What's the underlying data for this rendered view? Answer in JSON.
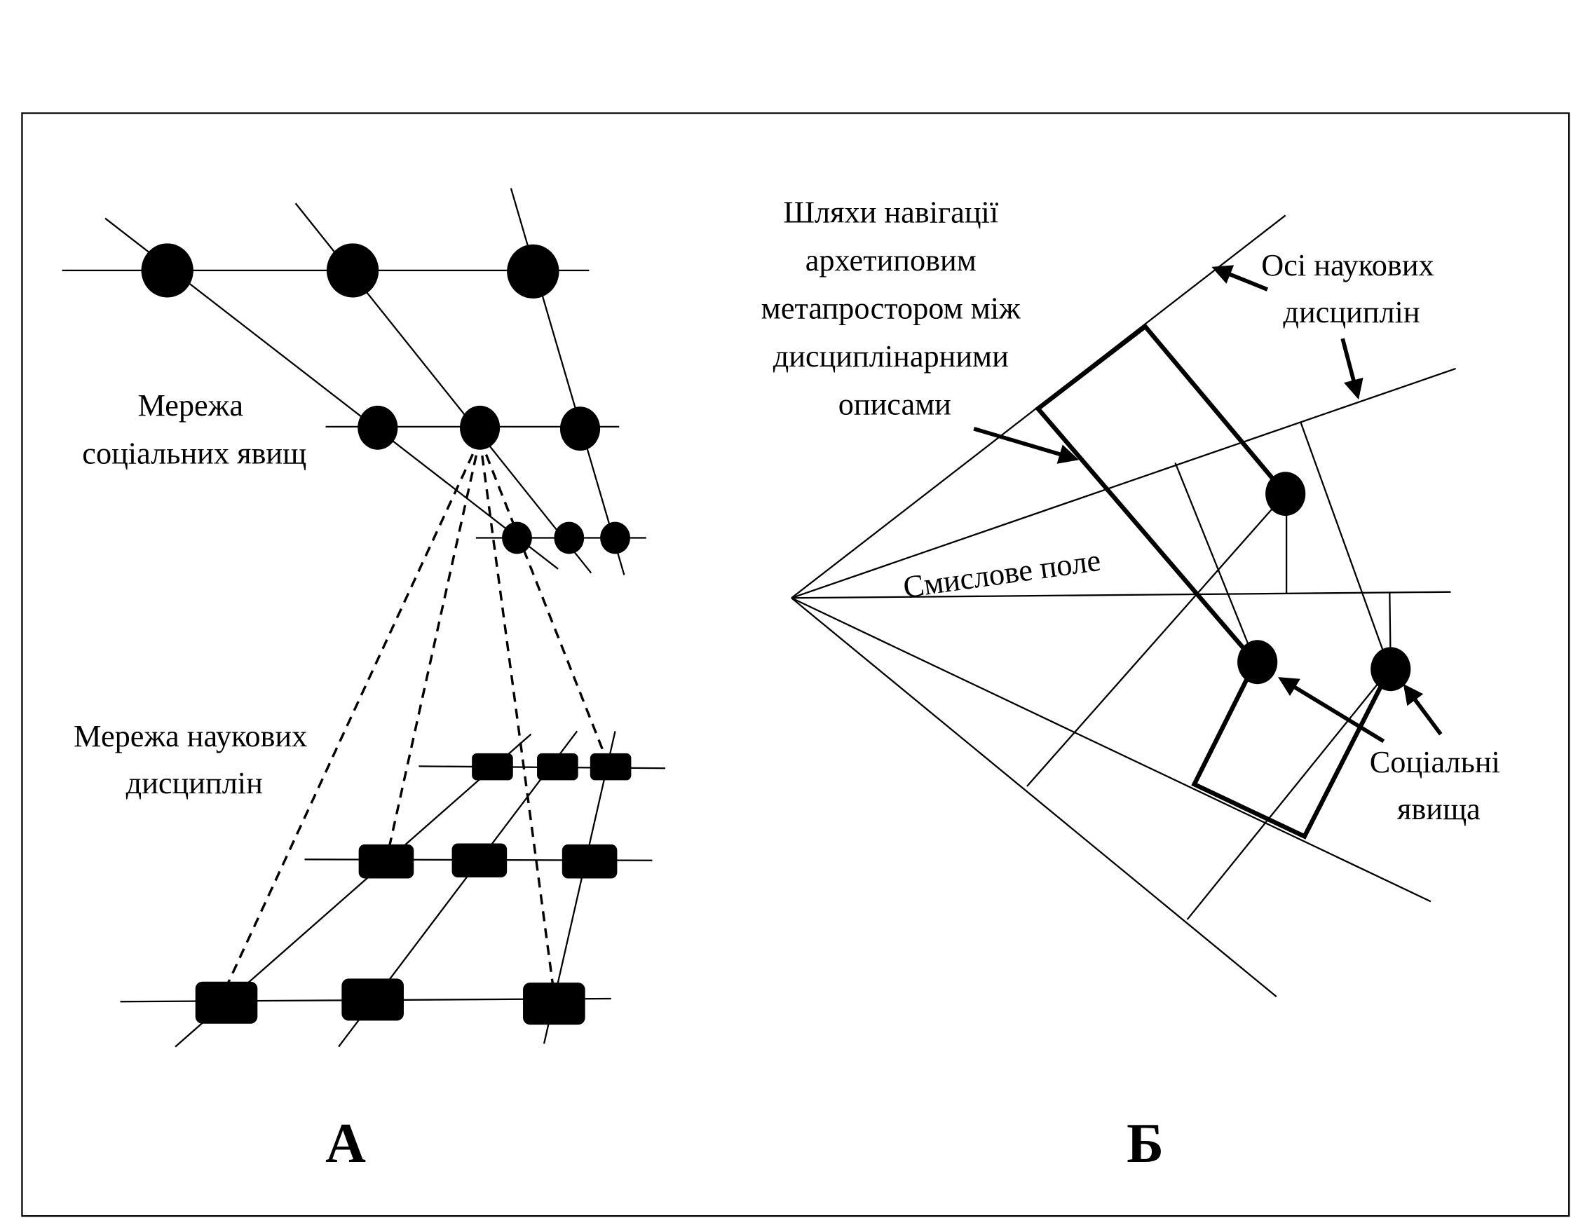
{
  "figure": {
    "panel_a": {
      "panel_label": "А",
      "social_network_label": [
        "Мережа",
        "соціальних явищ"
      ],
      "science_network_label": [
        "Мережа наукових",
        "дисциплін"
      ],
      "social_phenomena_node_count": 9,
      "discipline_node_count": 9
    },
    "panel_b": {
      "panel_label": "Б",
      "navigation_paths_label": [
        "Шляхи навігації",
        "архетиповим",
        "метапростором між",
        "дисциплінарними",
        "описами"
      ],
      "discipline_axes_label": [
        "Осі наукових",
        "дисциплін"
      ],
      "semantic_field_label": "Смислове поле",
      "social_phenomena_label": [
        "Соціальні",
        "явища"
      ]
    }
  }
}
